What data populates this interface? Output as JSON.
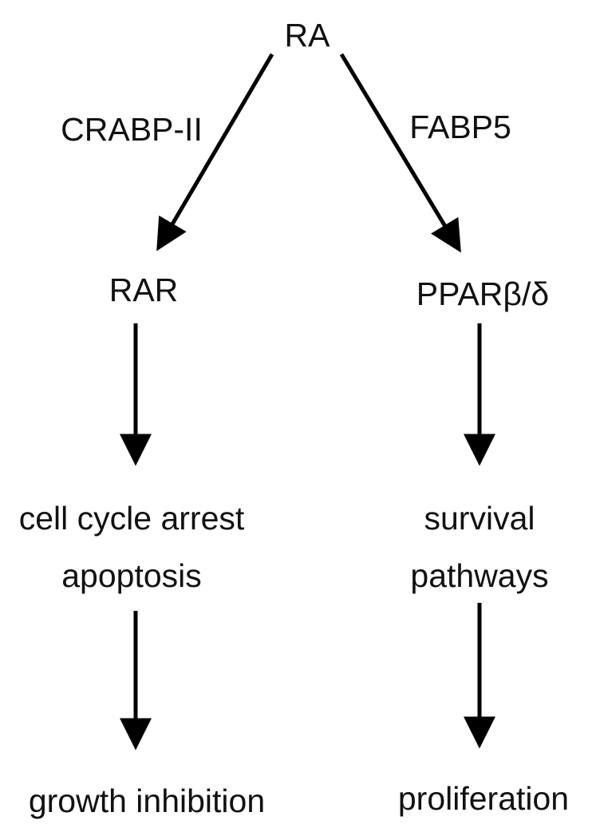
{
  "nodes": {
    "root": "RA",
    "left_edge_label": "CRABP-II",
    "right_edge_label": "FABP5",
    "left_receptor": "RAR",
    "right_receptor": "PPARβ/δ",
    "left_effect_line1": "cell cycle arrest",
    "left_effect_line2": "apoptosis",
    "right_effect_line1": "survival",
    "right_effect_line2": "pathways",
    "left_outcome": "growth inhibition",
    "right_outcome": "proliferation"
  },
  "colors": {
    "text": "#111111",
    "arrow": "#000000"
  }
}
